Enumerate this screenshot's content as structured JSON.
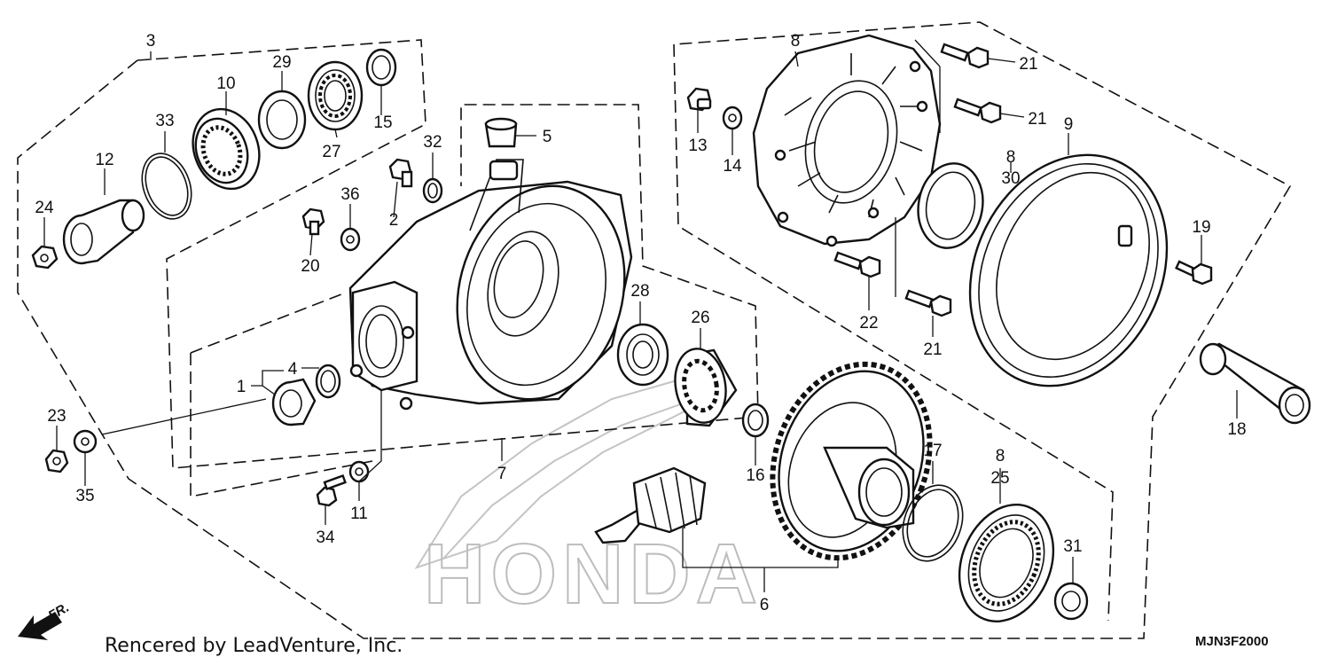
{
  "diagram": {
    "credit": "Rencered by LeadVenture, Inc.",
    "code": "MJN3F2000",
    "front_marker": "FR.",
    "watermark": "HONDA",
    "parts": [
      {
        "id": "p1",
        "label": "1"
      },
      {
        "id": "p2",
        "label": "2"
      },
      {
        "id": "p3",
        "label": "3"
      },
      {
        "id": "p4",
        "label": "4"
      },
      {
        "id": "p5",
        "label": "5"
      },
      {
        "id": "p6",
        "label": "6"
      },
      {
        "id": "p7",
        "label": "7"
      },
      {
        "id": "p8a",
        "label": "8"
      },
      {
        "id": "p8b",
        "label": "8"
      },
      {
        "id": "p8c",
        "label": "8"
      },
      {
        "id": "p9",
        "label": "9"
      },
      {
        "id": "p10",
        "label": "10"
      },
      {
        "id": "p11",
        "label": "11"
      },
      {
        "id": "p12",
        "label": "12"
      },
      {
        "id": "p13",
        "label": "13"
      },
      {
        "id": "p14",
        "label": "14"
      },
      {
        "id": "p15",
        "label": "15"
      },
      {
        "id": "p16",
        "label": "16"
      },
      {
        "id": "p17",
        "label": "17"
      },
      {
        "id": "p18",
        "label": "18"
      },
      {
        "id": "p19",
        "label": "19"
      },
      {
        "id": "p20",
        "label": "20"
      },
      {
        "id": "p21a",
        "label": "21"
      },
      {
        "id": "p21b",
        "label": "21"
      },
      {
        "id": "p21c",
        "label": "21"
      },
      {
        "id": "p22",
        "label": "22"
      },
      {
        "id": "p23",
        "label": "23"
      },
      {
        "id": "p24",
        "label": "24"
      },
      {
        "id": "p25",
        "label": "25"
      },
      {
        "id": "p26",
        "label": "26"
      },
      {
        "id": "p27",
        "label": "27"
      },
      {
        "id": "p28",
        "label": "28"
      },
      {
        "id": "p29",
        "label": "29"
      },
      {
        "id": "p30",
        "label": "30"
      },
      {
        "id": "p31",
        "label": "31"
      },
      {
        "id": "p32",
        "label": "32"
      },
      {
        "id": "p33",
        "label": "33"
      },
      {
        "id": "p34",
        "label": "34"
      },
      {
        "id": "p35",
        "label": "35"
      },
      {
        "id": "p36",
        "label": "36"
      }
    ]
  }
}
